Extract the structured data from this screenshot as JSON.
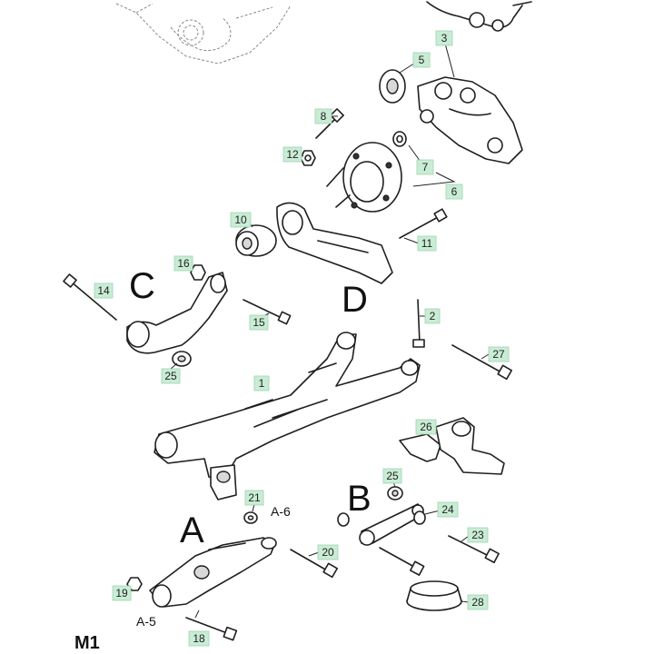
{
  "part_labels": {
    "p1": "1",
    "p2": "2",
    "p3": "3",
    "p5": "5",
    "p6": "6",
    "p7": "7",
    "p8": "8",
    "p10": "10",
    "p11": "11",
    "p12": "12",
    "p14": "14",
    "p15": "15",
    "p16": "16",
    "p18": "18",
    "p19": "19",
    "p20": "20",
    "p21": "21",
    "p23": "23",
    "p24": "24",
    "p25a": "25",
    "p25b": "25",
    "p26": "26",
    "p27": "27",
    "p28": "28"
  },
  "group_letters": {
    "A": "A",
    "B": "B",
    "C": "C",
    "D": "D"
  },
  "annotations": {
    "a5": "A-5",
    "a6": "A-6"
  },
  "page_code": "M1",
  "colors": {
    "label_fill": "#c9ecd5",
    "line": "#1f1f1f",
    "car_outline": "#888888"
  }
}
